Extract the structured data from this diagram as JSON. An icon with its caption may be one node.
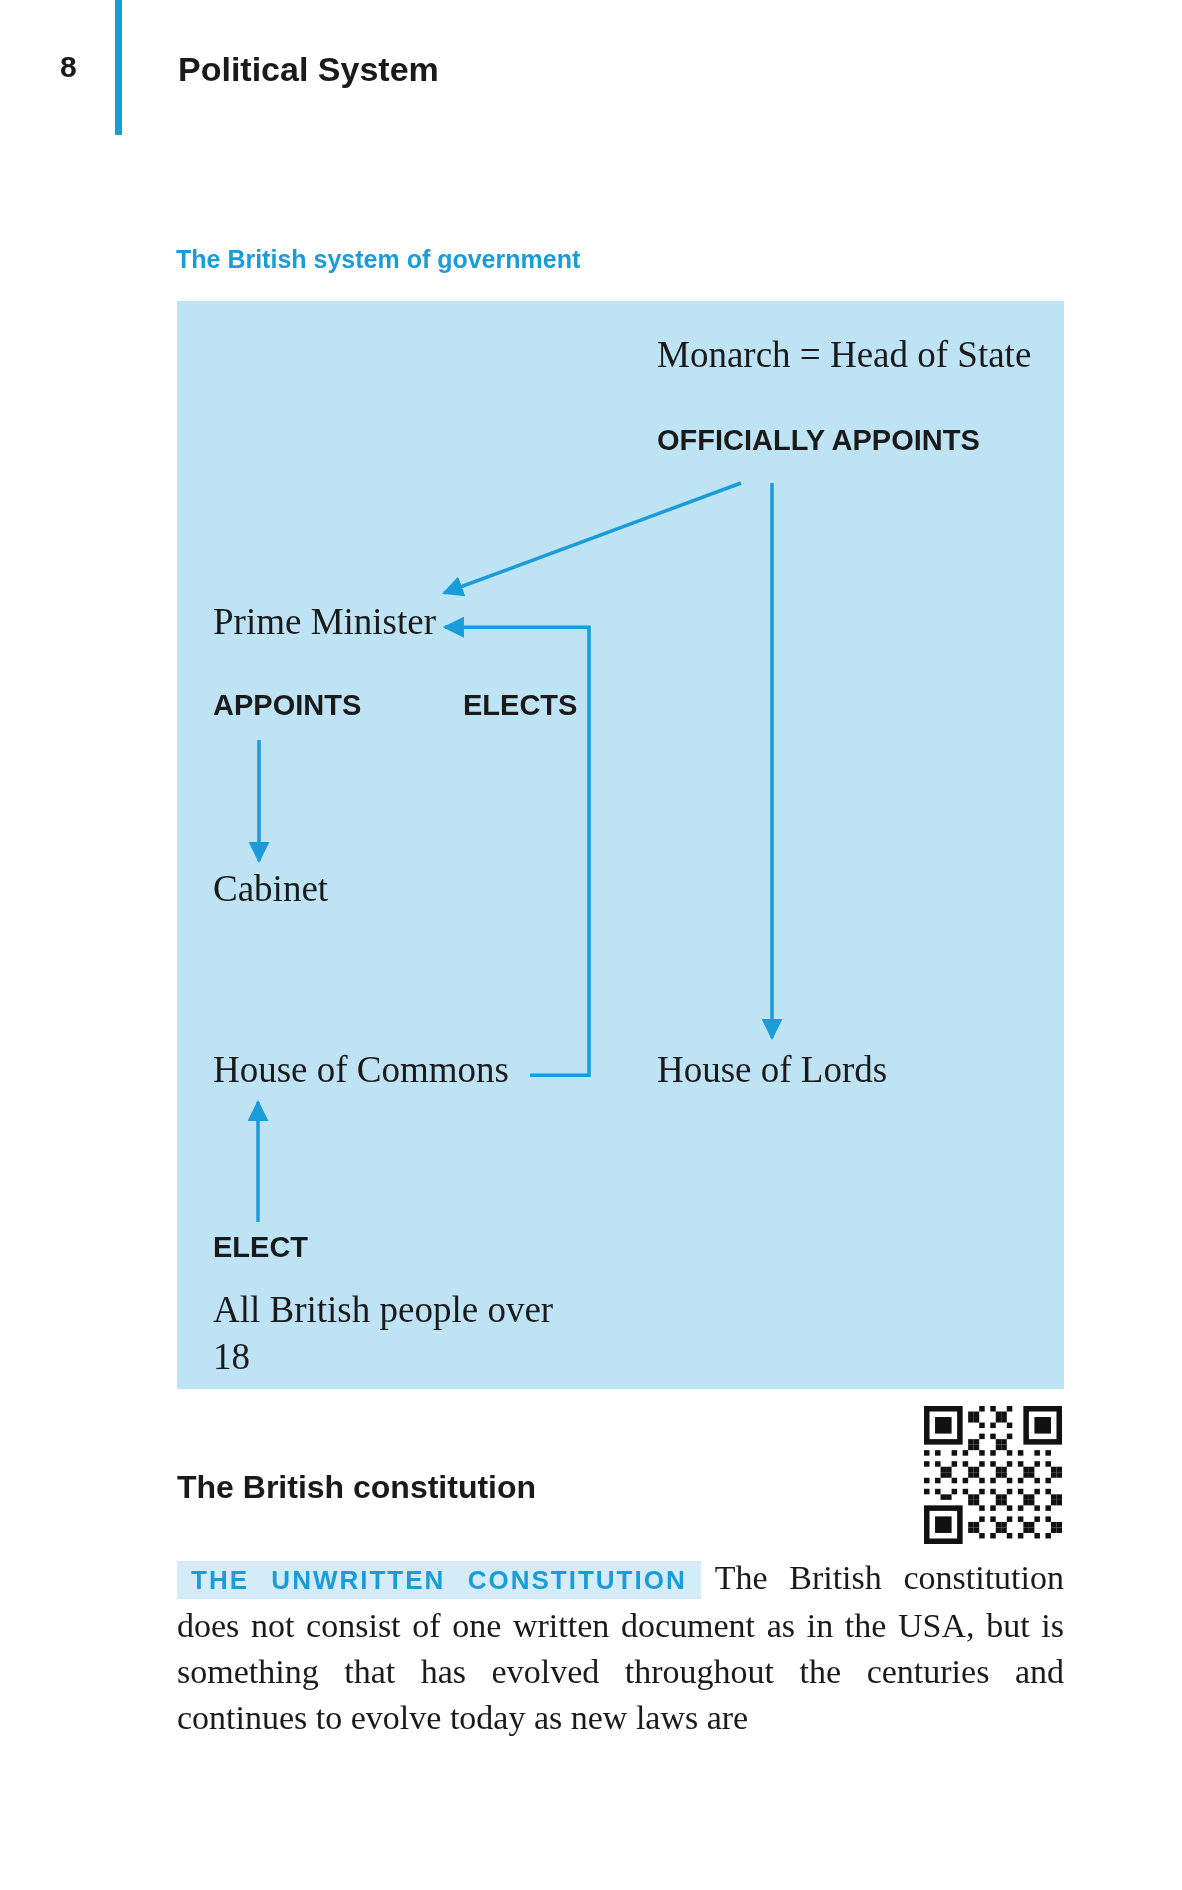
{
  "diagram": {
    "title": "The British system of government",
    "nodes": [
      {
        "text": [
          "Monarch = Head of State"
        ]
      },
      {
        "text": [
          "Prime Minister"
        ]
      },
      {
        "text": [
          "Cabinet"
        ]
      },
      {
        "text": [
          "House of Commons"
        ]
      },
      {
        "text": [
          "House of Lords"
        ]
      },
      {
        "text": [
          "All British people over 18"
        ]
      }
    ],
    "edges": [
      {
        "from": 0,
        "to": 1,
        "arrow": "to",
        "label": "OFFICIALLY APPOINTS"
      },
      {
        "from": 0,
        "to": 4,
        "arrow": "to"
      },
      {
        "from": 1,
        "to": 2,
        "arrow": "to",
        "label": "APPOINTS"
      },
      {
        "from": 3,
        "to": 1,
        "arrow": "to",
        "label": "ELECTS"
      },
      {
        "from": 5,
        "to": 3,
        "arrow": "to",
        "label": "ELECT"
      }
    ],
    "labels": [
      "8",
      "Political System",
      "The British constitution",
      "THE UNWRITTEN CONSTITUTION",
      "The British constitution does not consist of one written document as in the USA, but is something that has evolved throughout the centuries and continues to evolve today as new laws are"
    ]
  }
}
